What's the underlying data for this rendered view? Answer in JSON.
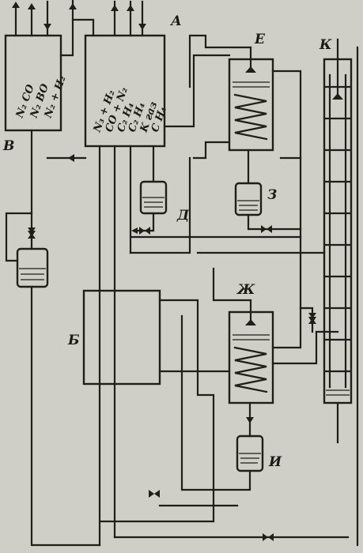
{
  "labels": {
    "A": "А",
    "B": "Б",
    "V": "В",
    "D": "Д",
    "E": "Е",
    "Zh": "Ж",
    "Z": "З",
    "I": "И",
    "K": "К"
  },
  "column_v": [
    "N₂ CO",
    "N₂ BO",
    "N₂ + H₂"
  ],
  "column_a": [
    "N₃ + H₂",
    "CO + N₂",
    "C₂ H₄",
    "C₂ H₄",
    "K газ",
    "C H₄"
  ]
}
